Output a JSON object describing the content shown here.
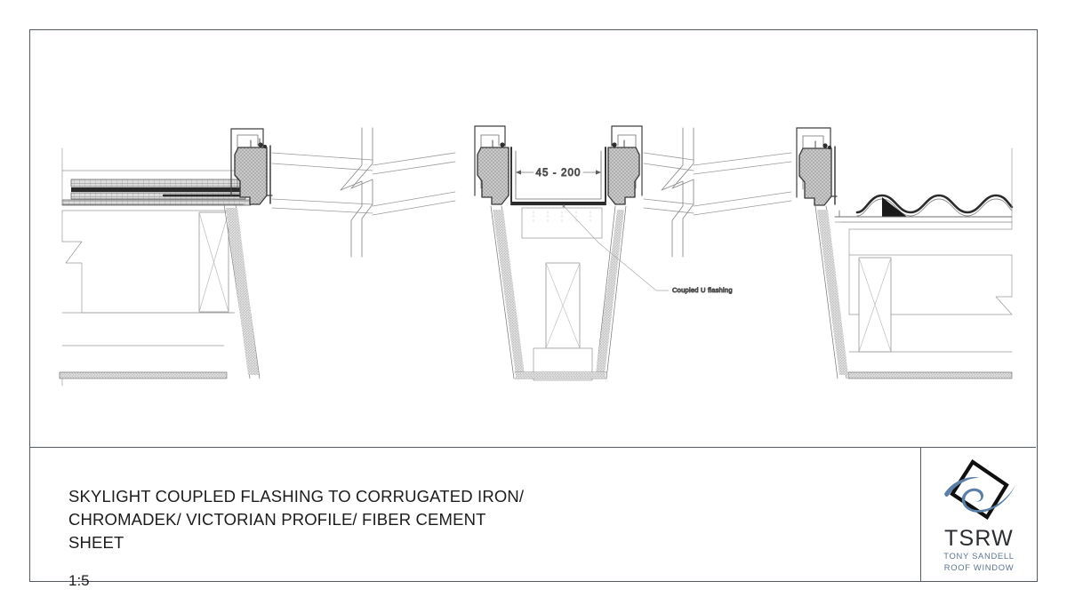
{
  "document": {
    "type": "technical-drawing",
    "sheet_background": "#ffffff",
    "border_color": "#555b60"
  },
  "titleblock": {
    "title": "SKYLIGHT COUPLED FLASHING TO CORRUGATED IRON/\nCHROMADEK/ VICTORIAN PROFILE/ FIBER CEMENT\nSHEET",
    "scale": "1:5"
  },
  "logo": {
    "brand": "TSRW",
    "subtitle": "TONY SANDELL\nROOF WINDOW",
    "mark_outline_color": "#101010",
    "swoosh_color": "#5b7fa6",
    "brand_color": "#2a2d31",
    "subtitle_color": "#5d7490"
  },
  "drawing": {
    "annotations": {
      "dimension_label": "45 - 200",
      "callout_label": "Coupled U flashing"
    },
    "colors": {
      "line": "#4d4d4d",
      "thin_line": "#9a9a9a",
      "frame_fill": "#b6b6b6",
      "hatch_fill": "#d6d6d6",
      "dark_fill": "#1a1a1a"
    },
    "details": [
      {
        "name": "left-assembly",
        "material": "fiber cement sheet"
      },
      {
        "name": "center-assembly",
        "material": "coupled U flashing / light shaft"
      },
      {
        "name": "right-assembly",
        "material": "corrugated iron profile"
      }
    ]
  }
}
